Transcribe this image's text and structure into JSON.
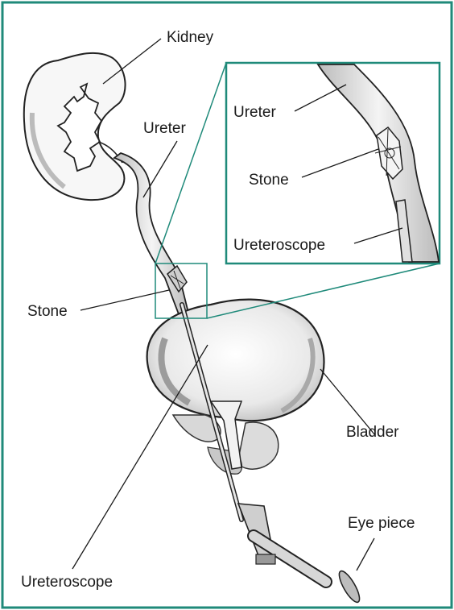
{
  "colors": {
    "frame": "#1f8a7a",
    "ink": "#222222",
    "shade": "#d2d2d2",
    "light": "#ebebeb"
  },
  "labels": {
    "kidney": "Kidney",
    "ureter_main": "Ureter",
    "stone_main": "Stone",
    "bladder": "Bladder",
    "eye_piece": "Eye piece",
    "ureteroscope_main": "Ureteroscope",
    "inset_ureter": "Ureter",
    "inset_stone": "Stone",
    "inset_ureteroscope": "Ureteroscope"
  }
}
